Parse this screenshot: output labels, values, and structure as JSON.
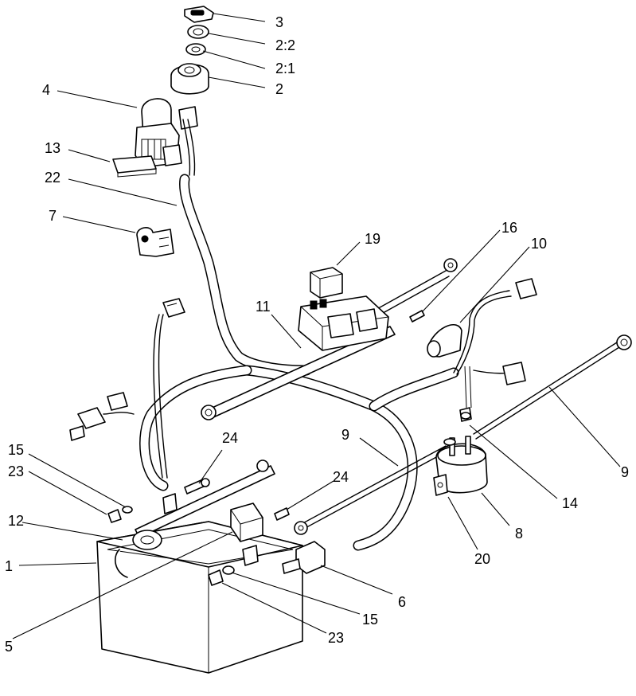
{
  "callouts": {
    "c3": "3",
    "c2_2": "2:2",
    "c2_1": "2:1",
    "c2": "2",
    "c4": "4",
    "c13": "13",
    "c22": "22",
    "c7": "7",
    "c19": "19",
    "c16": "16",
    "c10": "10",
    "c11": "11",
    "c9_center": "9",
    "c9_right": "9",
    "c14": "14",
    "c15_left": "15",
    "c23_left": "23",
    "c24_left": "24",
    "c24_right": "24",
    "c12": "12",
    "c1": "1",
    "c5": "5",
    "c6": "6",
    "c15_bottom": "15",
    "c23_bottom": "23",
    "c8": "8",
    "c20": "20"
  }
}
